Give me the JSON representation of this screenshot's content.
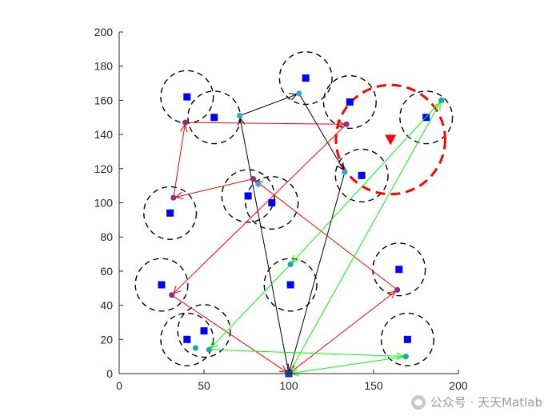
{
  "watermark": {
    "text": "公众号 · 天天Matlab",
    "icon": "wechat-icon"
  },
  "chart_data": {
    "type": "scatter",
    "title": "",
    "xlabel": "",
    "ylabel": "",
    "xlim": [
      0,
      200
    ],
    "ylim": [
      0,
      200
    ],
    "xticks": [
      0,
      50,
      100,
      150,
      200
    ],
    "yticks": [
      0,
      20,
      40,
      60,
      80,
      100,
      120,
      140,
      160,
      180,
      200
    ],
    "grid": false,
    "colors": {
      "sensor": "#0000ff",
      "uav_black": "#000000",
      "uav_red": "#ff0000",
      "uav_green": "#00ff00",
      "node_cyan": "#2ea8d8",
      "node_purple": "#8b2f7e",
      "node_teal": "#1aa8a0",
      "base": "#1f3fbf",
      "target": "#ff0000"
    },
    "sensors": [
      [
        40,
        162
      ],
      [
        56,
        150
      ],
      [
        110,
        173
      ],
      [
        136,
        159
      ],
      [
        181,
        150
      ],
      [
        143,
        116
      ],
      [
        76,
        104
      ],
      [
        90,
        100
      ],
      [
        30,
        94
      ],
      [
        101,
        52
      ],
      [
        165,
        61
      ],
      [
        25,
        52
      ],
      [
        50,
        25
      ],
      [
        40,
        20
      ],
      [
        170,
        20
      ]
    ],
    "coverage_radius": 10,
    "base_station": [
      100,
      0
    ],
    "target": {
      "x": 160,
      "y": 137,
      "radius": 35
    },
    "routes": [
      {
        "name": "",
        "color": "black",
        "node_color": "cyan",
        "points": [
          [
            100,
            0
          ],
          [
            71,
            151
          ],
          [
            106,
            164
          ],
          [
            133,
            118
          ],
          [
            100,
            0
          ]
        ]
      },
      {
        "name": "",
        "color": "red",
        "node_color": "purple",
        "points": [
          [
            100,
            0
          ],
          [
            164,
            49
          ],
          [
            79,
            114
          ],
          [
            32,
            103
          ],
          [
            39,
            147
          ],
          [
            134,
            146
          ],
          [
            31,
            46
          ],
          [
            100,
            0
          ]
        ]
      },
      {
        "name": "",
        "color": "green",
        "node_color": "teal",
        "points": [
          [
            100,
            0
          ],
          [
            190,
            160
          ],
          [
            101,
            64
          ],
          [
            53,
            14
          ],
          [
            169,
            10
          ],
          [
            100,
            0
          ]
        ]
      }
    ],
    "extra_nodes": [
      {
        "x": 45,
        "y": 15,
        "color": "teal"
      },
      {
        "x": 82,
        "y": 111,
        "color": "cyan"
      }
    ]
  }
}
